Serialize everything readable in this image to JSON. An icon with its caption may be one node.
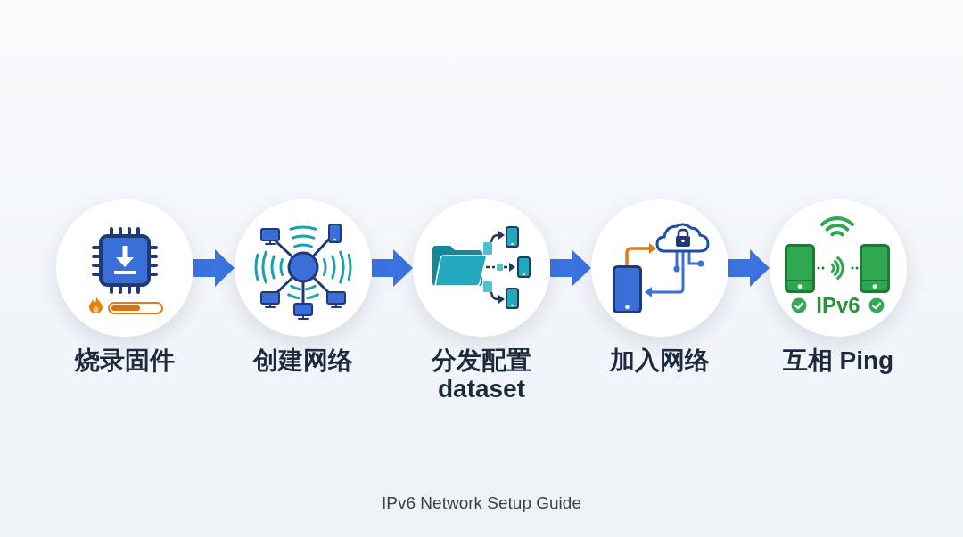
{
  "diagram": {
    "caption": "IPv6 Network Setup Guide",
    "nodes": [
      {
        "text": [
          "烧录固件"
        ]
      },
      {
        "text": [
          "创建网络"
        ]
      },
      {
        "text": [
          "分发配置 dataset"
        ]
      },
      {
        "text": [
          "加入网络"
        ]
      },
      {
        "text": [
          "IPv6",
          "互相 Ping"
        ]
      }
    ],
    "edges": [
      {
        "from": 0,
        "to": 1,
        "arrow": "to"
      },
      {
        "from": 1,
        "to": 2,
        "arrow": "to"
      },
      {
        "from": 2,
        "to": 3,
        "arrow": "to"
      },
      {
        "from": 3,
        "to": 4,
        "arrow": "to"
      }
    ]
  }
}
